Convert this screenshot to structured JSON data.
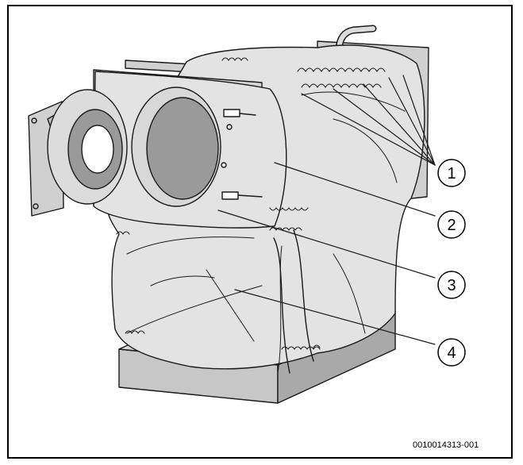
{
  "callouts": [
    {
      "label": "1"
    },
    {
      "label": "2"
    },
    {
      "label": "3"
    },
    {
      "label": "4"
    }
  ],
  "doc_id": "0010014313-001",
  "colors": {
    "line": "#1a1a1a",
    "bag_fill": "#e3e3e3",
    "base_fill": "#bdbdbd",
    "panel_fill": "#d0d0d0",
    "opening_fill": "#9a9a9a"
  }
}
